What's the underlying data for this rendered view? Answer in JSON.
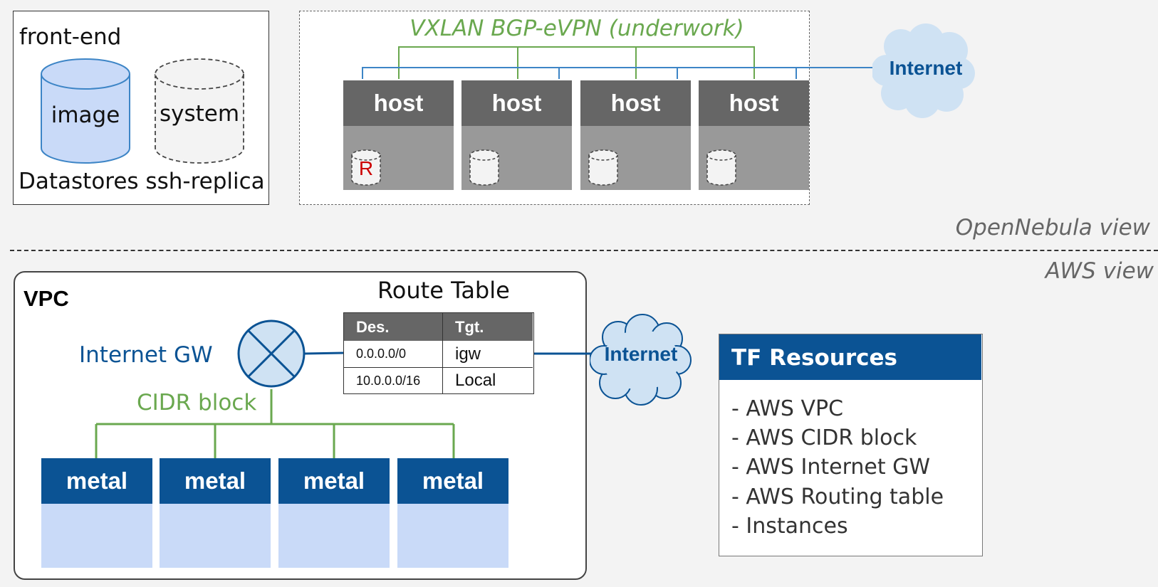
{
  "frontend": {
    "title": "front-end",
    "datastore_image": "image",
    "datastore_system": "system",
    "caption": "Datastores ssh-replica"
  },
  "opennebula": {
    "network_label": "VXLAN BGP-eVPN (underwork)",
    "hosts": [
      "host",
      "host",
      "host",
      "host"
    ],
    "replica_marker": "R",
    "internet_label": "Internet",
    "view_label": "OpenNebula view"
  },
  "aws": {
    "view_label": "AWS view",
    "vpc_label": "VPC",
    "internet_gw_label": "Internet GW",
    "cidr_label": "CIDR block",
    "route_table": {
      "title": "Route Table",
      "headers": [
        "Des.",
        "Tgt."
      ],
      "rows": [
        [
          "0.0.0.0/0",
          "igw"
        ],
        [
          "10.0.0.0/16",
          "Local"
        ]
      ]
    },
    "internet_label": "Internet",
    "metals": [
      "metal",
      "metal",
      "metal",
      "metal"
    ]
  },
  "tf_resources": {
    "title": "TF Resources",
    "items": [
      "- AWS VPC",
      "- AWS CIDR block",
      "- AWS Internet GW",
      "- AWS Routing table",
      "- Instances"
    ]
  },
  "colors": {
    "background": "#f3f3f3",
    "host_header": "#666666",
    "host_body": "#999999",
    "metal_header": "#0b5394",
    "metal_body": "#c9daf8",
    "green_line": "#6aa84f",
    "blue_line": "#0b5394",
    "cloud_fill": "#cfe2f3",
    "replica_red": "#cc0000"
  }
}
